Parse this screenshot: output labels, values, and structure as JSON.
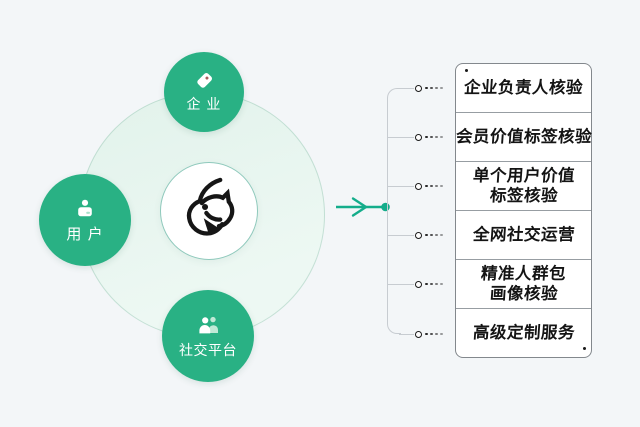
{
  "palette": {
    "green": "#29b184",
    "teal_arrow": "#14ad8b",
    "mint_fill": "#e8f6f1",
    "background": "#f3f6f8",
    "connector_gray": "#c7ccd1",
    "panel_border": "#83888d",
    "text_dark": "#141414",
    "tag_hole_red": "#a85d5d",
    "mint_icon_accent": "#a9e2cc"
  },
  "hub": {
    "logo": "xianyu-fish-logo"
  },
  "satellites": [
    {
      "id": "enterprise",
      "label": "企 业",
      "icon": "tag-icon"
    },
    {
      "id": "user",
      "label": "用 户",
      "icon": "person-icon"
    },
    {
      "id": "social-platform",
      "label": "社交平台",
      "icon": "people-icon"
    }
  ],
  "services": [
    {
      "lines": [
        "企业负责人核验"
      ]
    },
    {
      "lines": [
        "会员价值标签核验"
      ]
    },
    {
      "lines": [
        "单个用户价值",
        "标签核验"
      ]
    },
    {
      "lines": [
        "全网社交运营"
      ]
    },
    {
      "lines": [
        "精准人群包",
        "画像核验"
      ]
    },
    {
      "lines": [
        "高级定制服务"
      ]
    }
  ]
}
